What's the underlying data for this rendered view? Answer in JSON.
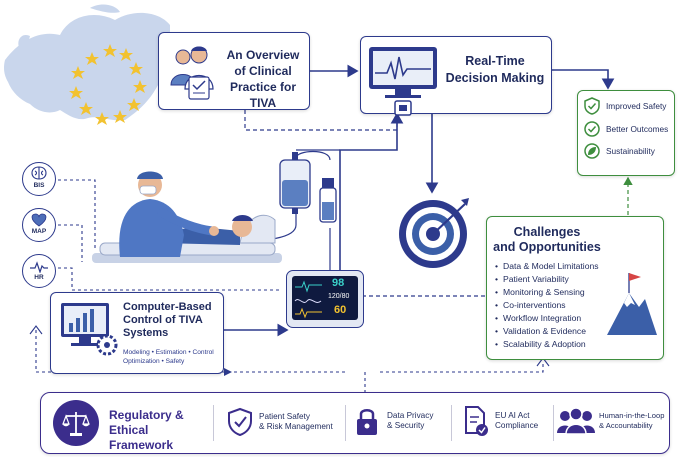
{
  "overview": {
    "title": "An Overview of Clinical Practice for TIVA"
  },
  "realtime": {
    "title": "Real-Time Decision Making"
  },
  "outcomes": {
    "items": [
      "Improved Safety",
      "Better Outcomes",
      "Sustainability"
    ]
  },
  "sensors": {
    "bis": "BIS",
    "map": "MAP",
    "hr": "HR"
  },
  "monitor": {
    "value1": "98",
    "value2": "120/80",
    "value3": "60"
  },
  "control": {
    "title": "Computer-Based Control of TIVA Systems",
    "subtitle_line1": "Modeling • Estimation • Control",
    "subtitle_line2": "Optimization • Safety"
  },
  "challenges": {
    "title_line1": "Challenges",
    "title_line2": "and Opportunities",
    "items": [
      "Data & Model Limitations",
      "Patient Variability",
      "Monitoring & Sensing",
      "Co-interventions",
      "Workflow Integration",
      "Validation & Evidence",
      "Scalability & Adoption"
    ]
  },
  "regulatory": {
    "title": "Regulatory & Ethical Framework",
    "items": [
      {
        "label": "Patient Safety\n& Risk Management",
        "icon": "shield-check-icon"
      },
      {
        "label": "Data Privacy\n& Security",
        "icon": "lock-icon"
      },
      {
        "label": "EU AI Act\nCompliance",
        "icon": "document-check-icon"
      },
      {
        "label": "Human-in-the-Loop\n& Accountability",
        "icon": "people-icon"
      }
    ]
  },
  "colors": {
    "navy": "#2d3a8c",
    "green": "#3e8e3e",
    "purple": "#3b2d8c",
    "europe": "#c9d6ec",
    "star": "#f2c230"
  }
}
